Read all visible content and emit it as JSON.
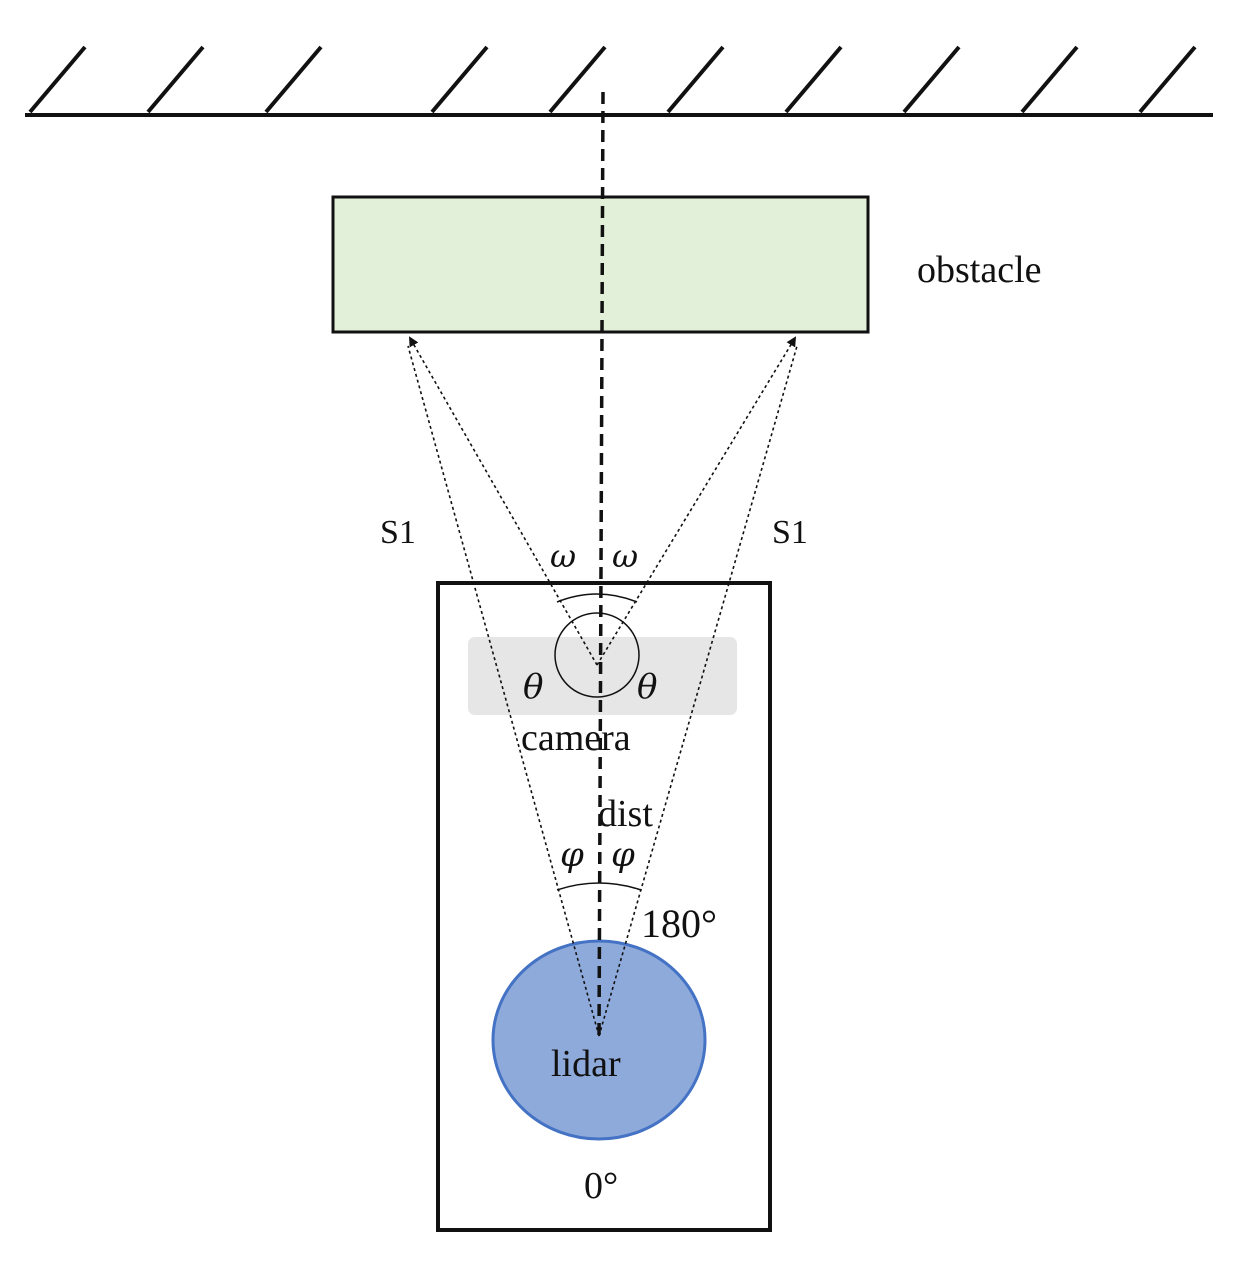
{
  "labels": {
    "obstacle": "obstacle",
    "camera": "camera",
    "lidar": "lidar",
    "dist": "dist",
    "s1_left": "S1",
    "s1_right": "S1",
    "omega_left": "ω",
    "omega_right": "ω",
    "theta_left": "θ",
    "theta_right": "θ",
    "phi_left": "φ",
    "phi_right": "φ",
    "angle_180": "180°",
    "angle_0": "0°"
  },
  "colors": {
    "obstacle_fill": "#e2efd9",
    "lidar_fill": "#8eaadb",
    "lidar_stroke": "#4472c4",
    "camera_fill": "#e6e6e6",
    "line": "#111111"
  }
}
